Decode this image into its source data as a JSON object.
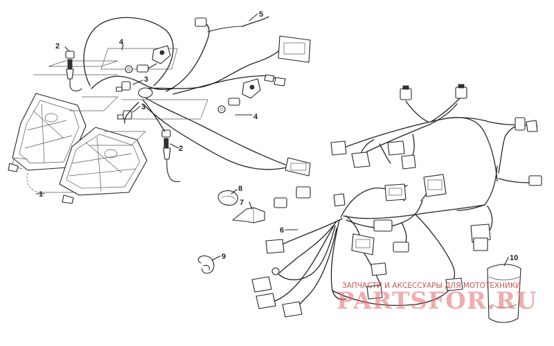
{
  "callouts": {
    "c1": "1",
    "c2a": "2",
    "c2b": "2",
    "c3a": "3",
    "c3b": "3",
    "c4a": "4",
    "c4b": "4",
    "c5": "5",
    "c6": "6",
    "c7": "7",
    "c8": "8",
    "c9": "9",
    "c10": "10"
  },
  "watermark": {
    "caption": "ЗАПЧАСТИ И АКСЕССУАРЫ ДЛЯ МОТОТЕХНИКИ",
    "site": "PARTSFOR.RU"
  }
}
